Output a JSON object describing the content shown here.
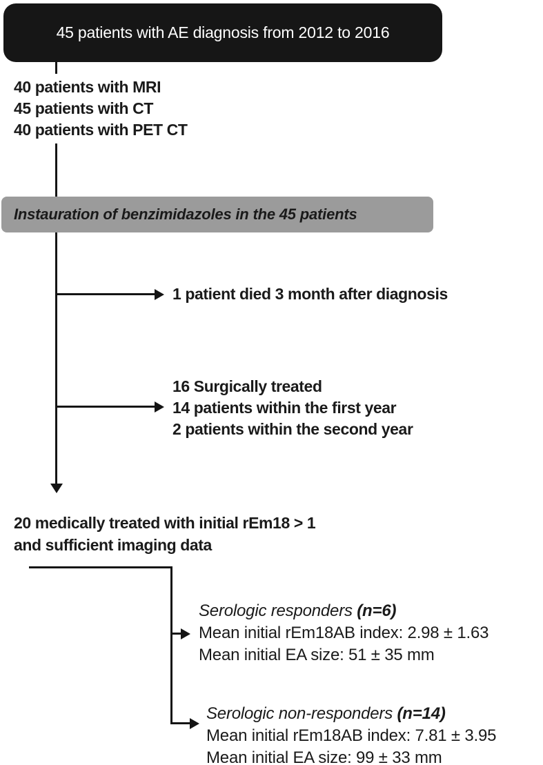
{
  "title_box": {
    "text": "45 patients with AE diagnosis from 2012 to 2016"
  },
  "imaging": {
    "lines": [
      "40 patients with MRI",
      "45 patients with CT",
      "40 patients with PET CT"
    ]
  },
  "treatment_box": {
    "text": "Instauration of benzimidazoles in the 45 patients"
  },
  "died_branch": {
    "text": "1 patient died 3 month after diagnosis"
  },
  "surgery_branch": {
    "lines": [
      "16 Surgically treated",
      "14 patients within the first year",
      "2 patients within the second year"
    ]
  },
  "medical_group": {
    "lines": [
      "20 medically treated with initial rEm18 > 1",
      "and sufficient imaging data"
    ]
  },
  "responders": {
    "label": "Serologic responders ",
    "n": "(n=6)",
    "lines": [
      "Mean initial rEm18AB index: 2.98 ± 1.63",
      "Mean initial EA size: 51 ± 35 mm"
    ]
  },
  "non_responders": {
    "label": "Serologic non-responders ",
    "n": "(n=14)",
    "lines": [
      "Mean initial rEm18AB index: 7.81 ± 3.95",
      "Mean initial EA size: 99 ± 33 mm"
    ]
  },
  "colors": {
    "box_black": "#161616",
    "box_gray": "#9b9b9b",
    "line": "#141414",
    "text": "#1a1a1a",
    "background": "#ffffff"
  }
}
